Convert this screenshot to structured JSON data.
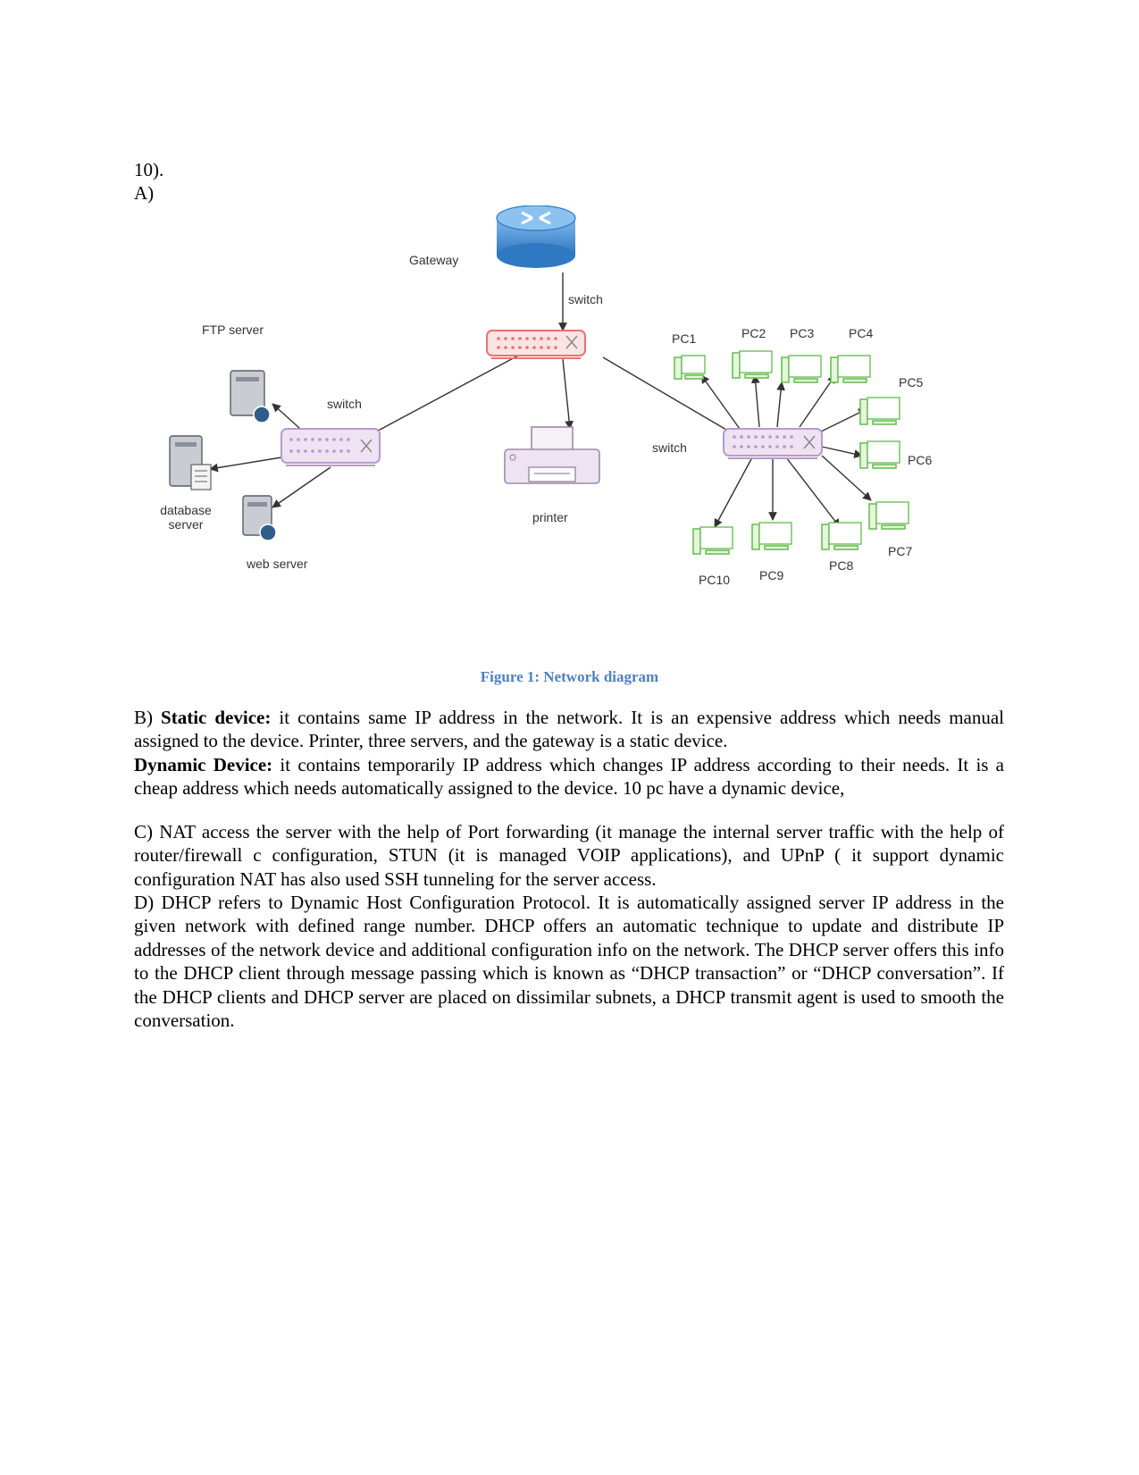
{
  "header": {
    "number": "10).",
    "part_a": "A)"
  },
  "diagram": {
    "labels": {
      "gateway": "Gateway",
      "switch_top": "switch",
      "switch_left": "switch",
      "switch_right": "switch",
      "ftp_server": "FTP server",
      "database_server_line1": "database",
      "database_server_line2": "server",
      "web_server": "web server",
      "printer": "printer",
      "pcs": [
        "PC1",
        "PC2",
        "PC3",
        "PC4",
        "PC5",
        "PC6",
        "PC7",
        "PC8",
        "PC9",
        "PC10"
      ]
    },
    "colors": {
      "router": "#4a90d9",
      "top_switch": "#e57373",
      "side_switches": "#b59acb",
      "pcs": "#6bbf59",
      "caption": "#4f81bd"
    }
  },
  "caption": "Figure 1: Network diagram",
  "sections": {
    "b": {
      "prefix": "B) ",
      "static_title": "Static device:",
      "static_text": " it contains same IP address in the network. It is an expensive address which needs manual assigned to the device. Printer, three servers, and the gateway is a static device.",
      "dynamic_title": "Dynamic Device:",
      "dynamic_text": " it contains temporarily IP address which changes IP address according to their needs. It is a cheap address which needs automatically assigned to the device. 10 pc have a dynamic device,"
    },
    "c": "C) NAT access the server with the help of Port forwarding (it manage the internal server traffic with the help of router/firewall c configuration, STUN (it is managed VOIP applications), and UPnP ( it support dynamic configuration NAT has also used SSH tunneling for the server access.",
    "d": "D) DHCP refers to Dynamic Host Configuration Protocol. It is automatically assigned server IP address in the given network with defined range number. DHCP offers an automatic technique to update and distribute IP addresses of the network device and additional configuration info on the network. The DHCP server offers this info to the DHCP client through message passing which is known as “DHCP transaction” or “DHCP conversation”. If the DHCP clients and DHCP server are placed on dissimilar subnets, a DHCP transmit agent is used to smooth the conversation."
  }
}
